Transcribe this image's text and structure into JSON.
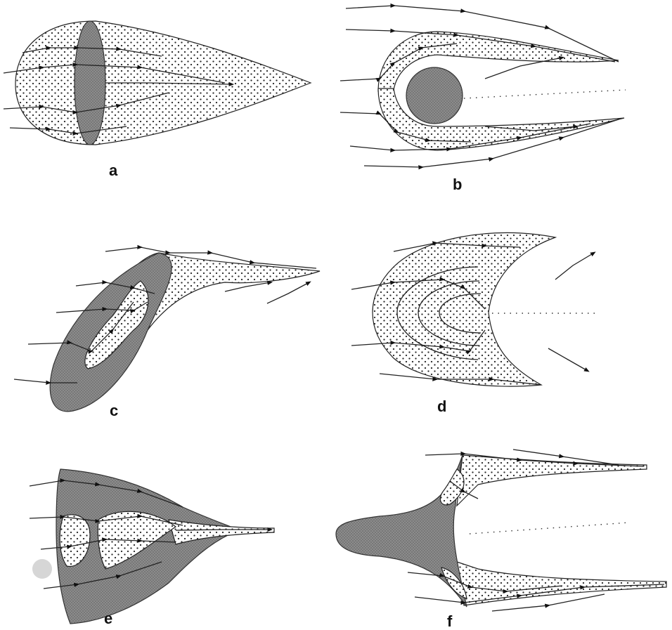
{
  "figure": {
    "panels": [
      {
        "id": "a",
        "label": "a"
      },
      {
        "id": "b",
        "label": "b"
      },
      {
        "id": "c",
        "label": "c"
      },
      {
        "id": "d",
        "label": "d"
      },
      {
        "id": "e",
        "label": "e"
      },
      {
        "id": "f",
        "label": "f"
      }
    ]
  },
  "colors": {
    "stroke": "#222222",
    "solid_fill": "#8c8c8c",
    "dot_fill": "#2a2a2a",
    "background": "#ffffff"
  }
}
